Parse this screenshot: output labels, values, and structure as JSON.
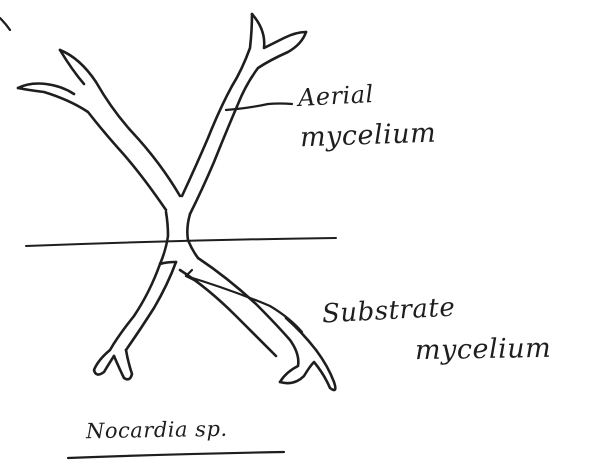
{
  "diagram": {
    "labels": {
      "aerial_line1": "Aerial",
      "aerial_line2": "mycelium",
      "substrate_line1": "Substrate",
      "substrate_line2": "mycelium",
      "caption": "Nocardia sp."
    },
    "colors": {
      "ink": "#1e1e1e",
      "background": "#ffffff"
    }
  }
}
